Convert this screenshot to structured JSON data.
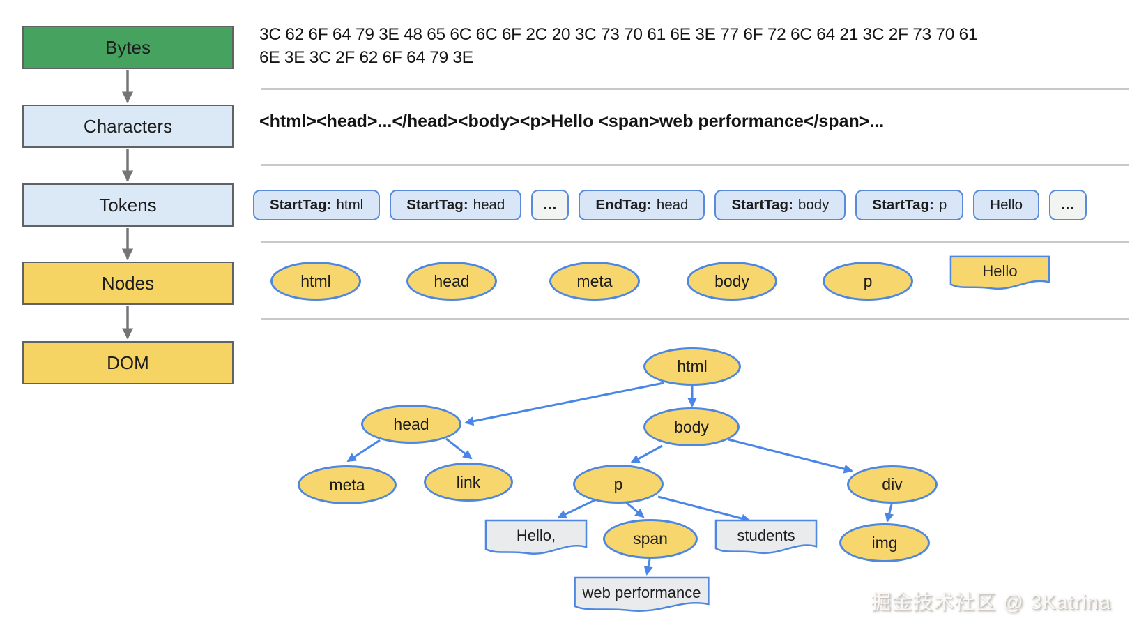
{
  "pipeline": {
    "stages": [
      {
        "label": "Bytes",
        "color": "#46a35f"
      },
      {
        "label": "Characters",
        "color": "#dbe8f6"
      },
      {
        "label": "Tokens",
        "color": "#dbe8f6"
      },
      {
        "label": "Nodes",
        "color": "#f6d464"
      },
      {
        "label": "DOM",
        "color": "#f6d464"
      }
    ]
  },
  "bytes_row": {
    "line1": "3C 62 6F 64 79 3E 48 65 6C 6C 6F 2C 20 3C 73 70 61 6E 3E 77 6F 72 6C 64 21 3C 2F 73 70 61",
    "line2": "6E 3E 3C 2F 62 6F 64 79 3E"
  },
  "characters_row": {
    "text": "<html><head>...</head><body><p>Hello <span>web performance</span>..."
  },
  "tokens_row": {
    "tokens": [
      {
        "type": "StartTag:",
        "value": "html"
      },
      {
        "type": "StartTag:",
        "value": "head"
      },
      {
        "value": "..."
      },
      {
        "type": "EndTag:",
        "value": "head"
      },
      {
        "type": "StartTag:",
        "value": "body"
      },
      {
        "type": "StartTag:",
        "value": "p"
      },
      {
        "value": "Hello"
      },
      {
        "value": "..."
      }
    ]
  },
  "nodes_row": {
    "ellipses": [
      "html",
      "head",
      "meta",
      "body",
      "p"
    ],
    "text_node": "Hello"
  },
  "dom_tree": {
    "html": "html",
    "head": "head",
    "body": "body",
    "meta": "meta",
    "link": "link",
    "p": "p",
    "div": "div",
    "span": "span",
    "img": "img",
    "text_hello": "Hello,",
    "text_students": "students",
    "text_webperf": "web performance"
  },
  "watermark": {
    "text": "掘金技术社区 @ 3Katrina"
  },
  "colors": {
    "stage_green": "#46a35f",
    "stage_light_blue": "#dbe8f6",
    "stage_yellow": "#f6d464",
    "token_fill": "#d9e6f7",
    "token_ellipsis_fill": "#f2f4f1",
    "node_yellow_fill": "#f7d66e",
    "text_node_gray_fill": "#e9ebed",
    "diagram_blue": "#4a86e8",
    "arrow_gray": "#757575",
    "separator_gray": "#c9c9c9"
  }
}
